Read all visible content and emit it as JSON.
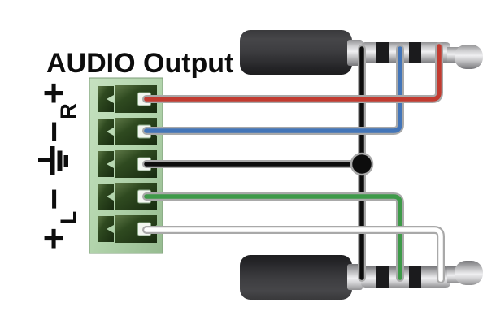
{
  "diagram": {
    "title": "AUDIO Output",
    "connector_labels": {
      "plus_top": "+",
      "right_channel": "R",
      "minus_top": "−",
      "ground_icon": "earth-ground-icon",
      "minus_bottom": "−",
      "left_channel": "L",
      "plus_bottom": "+"
    },
    "terminal_block": {
      "terminal_count": 5,
      "body_color": "#b2d4ac",
      "slot_color": "#2f4a20",
      "screw_color": "#f3f7f1"
    },
    "wires": [
      {
        "terminal": 1,
        "color_name": "red",
        "hex": "#c23b30",
        "connects_to": "top-plug-tip"
      },
      {
        "terminal": 2,
        "color_name": "blue",
        "hex": "#4375b8",
        "connects_to": "top-plug-ring"
      },
      {
        "terminal": 3,
        "color_name": "black",
        "hex": "#0d0d0d",
        "connects_to": "both-plug-sleeves-via-junction"
      },
      {
        "terminal": 4,
        "color_name": "green",
        "hex": "#3e9a49",
        "connects_to": "bottom-plug-ring"
      },
      {
        "terminal": 5,
        "color_name": "white",
        "hex": "#ffffff",
        "connects_to": "bottom-plug-tip"
      }
    ],
    "wire_outline_color": "#a9a9a9",
    "plugs": [
      {
        "name": "top-trs-plug",
        "type": "3.5mm TRS"
      },
      {
        "name": "bottom-trs-plug",
        "type": "3.5mm TRS"
      }
    ],
    "junction_dot": {
      "present": true,
      "color": "#0d0d0d"
    }
  }
}
